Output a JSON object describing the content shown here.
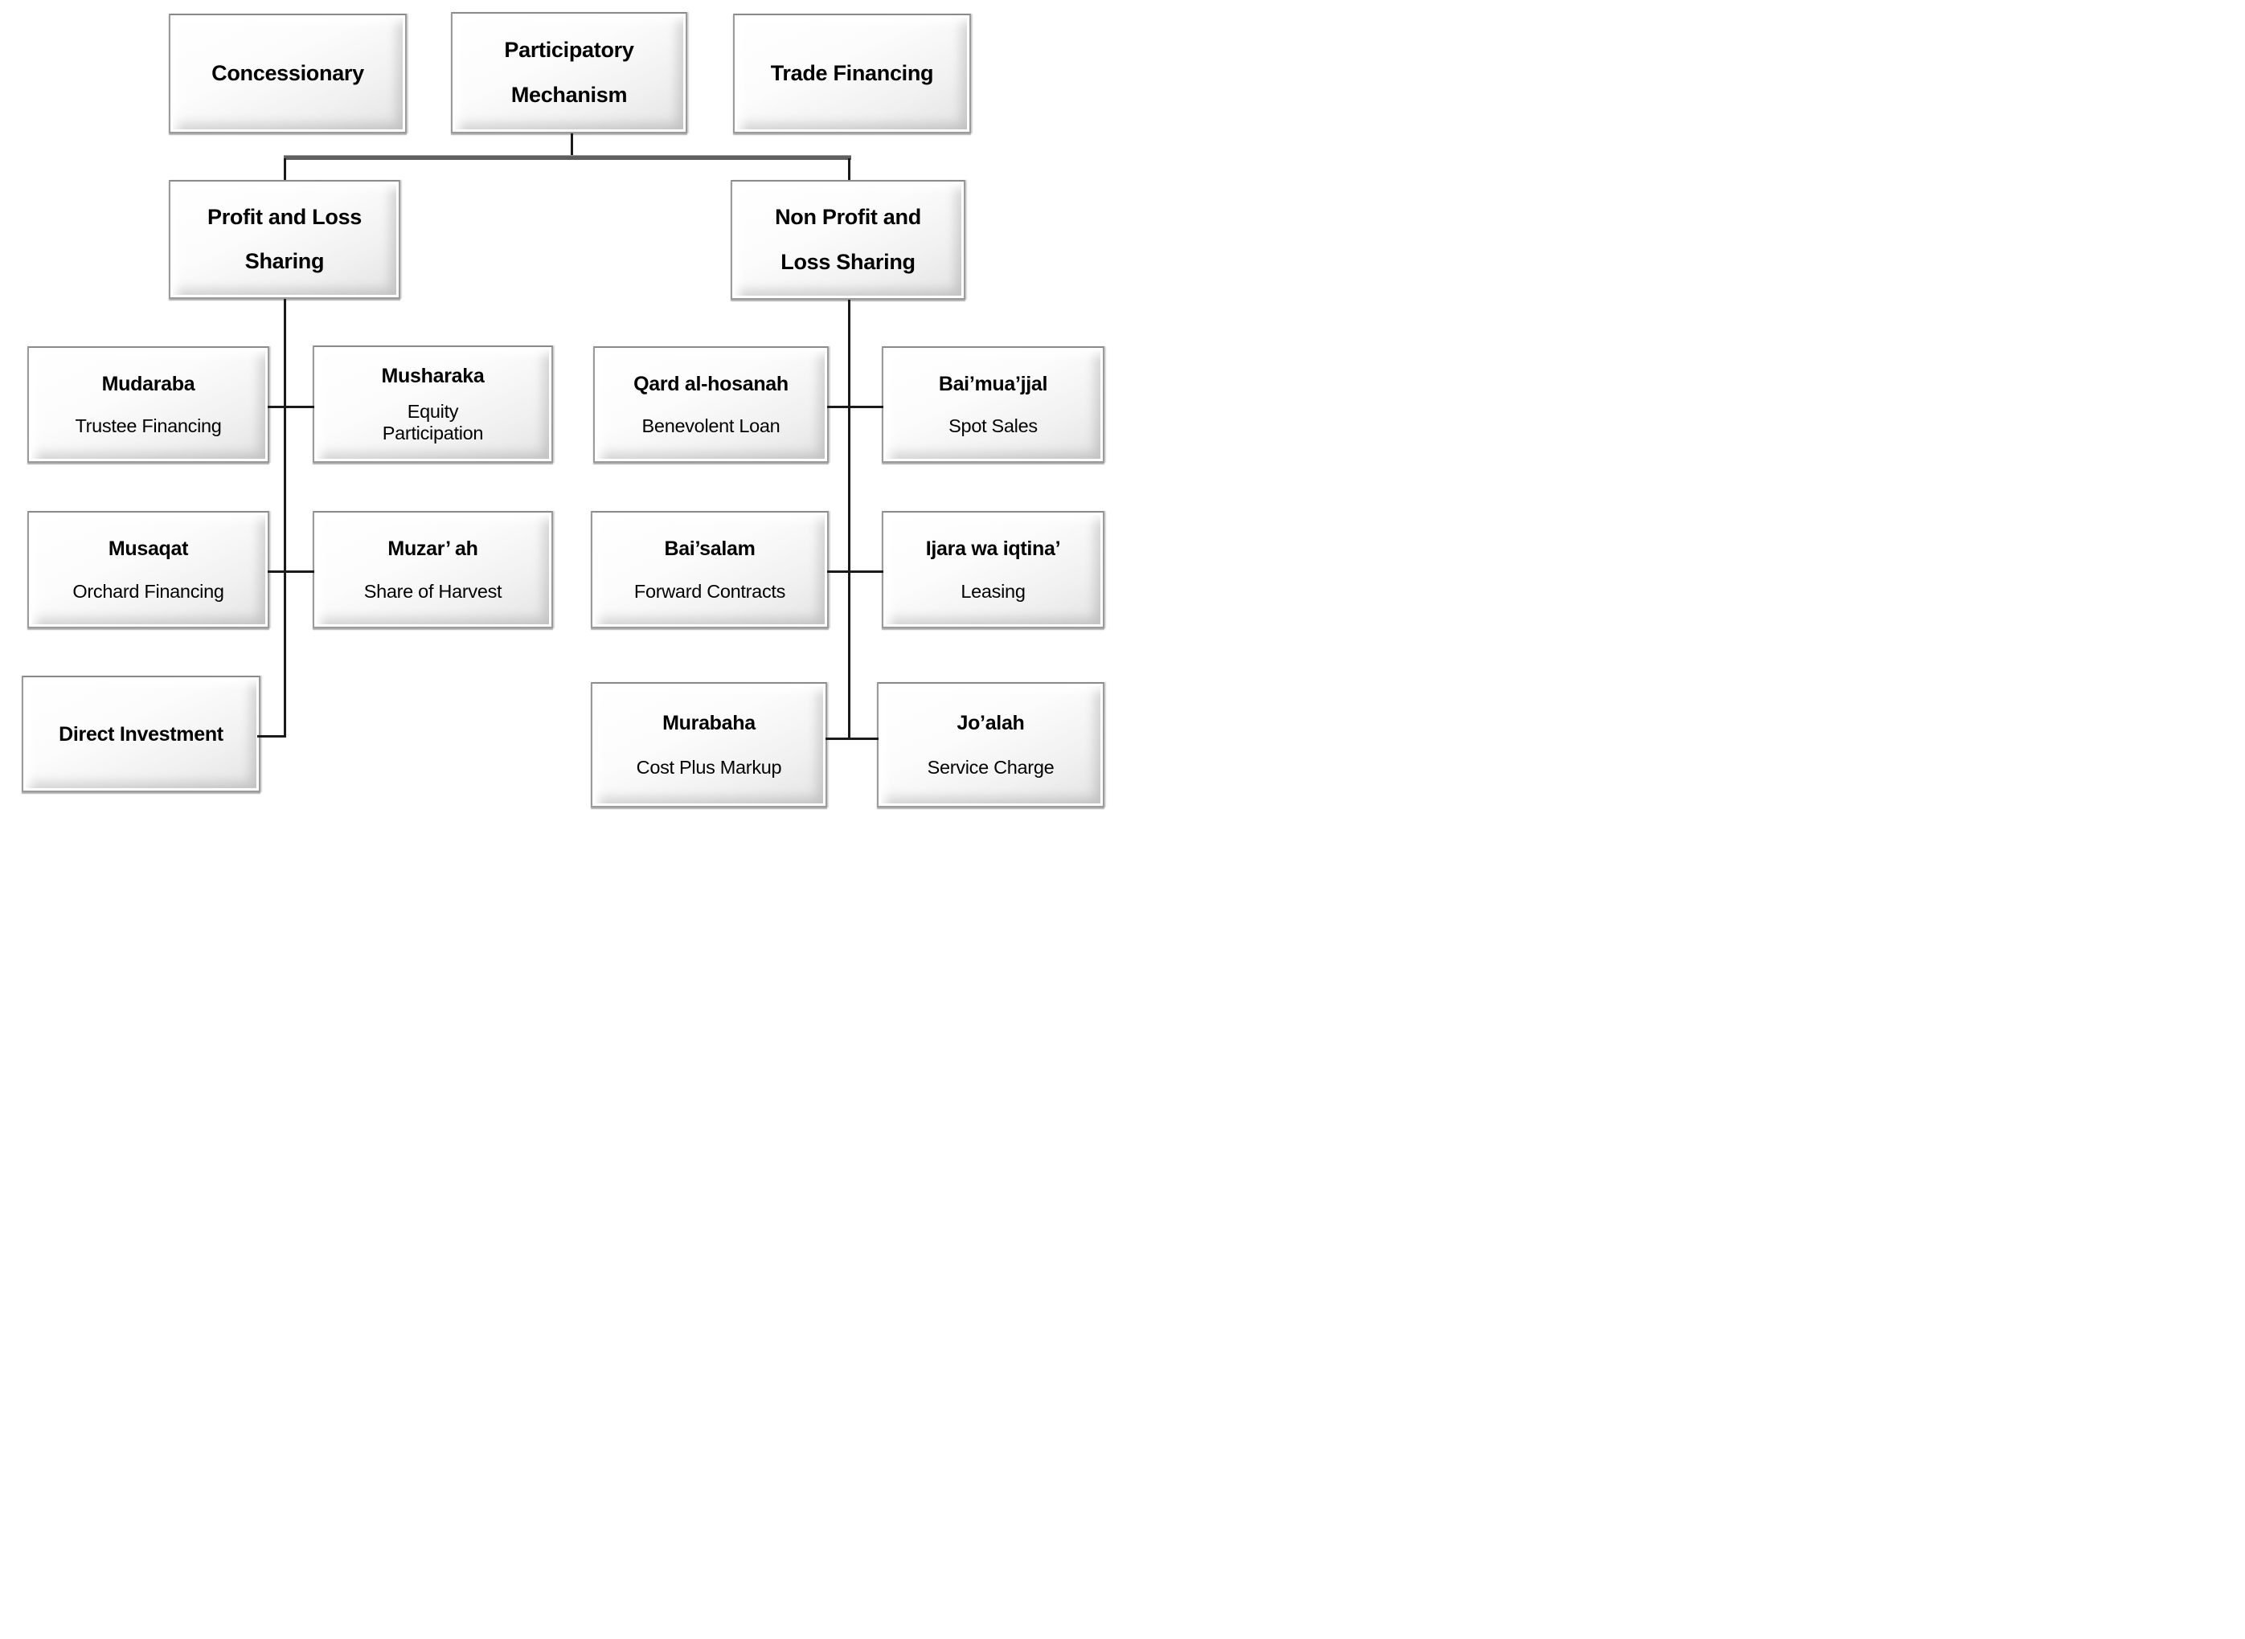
{
  "diagram": {
    "background_color": "#ffffff",
    "text_color": "#000000",
    "connector_color": "#1a1a1a",
    "bus_color": "#5f5f5f",
    "box_border_color": "#9b9b9b",
    "top_row": [
      {
        "title": "Concessionary"
      },
      {
        "title": "Participatory\nMechanism"
      },
      {
        "title": "Trade Financing"
      }
    ],
    "level2": [
      {
        "title": "Profit and Loss\nSharing"
      },
      {
        "title": "Non Profit and\nLoss Sharing"
      }
    ],
    "pls_children": [
      {
        "title": "Mudaraba",
        "subtitle": "Trustee Financing"
      },
      {
        "title": "Musharaka",
        "subtitle": "Equity\nParticipation"
      },
      {
        "title": "Musaqat",
        "subtitle": "Orchard Financing"
      },
      {
        "title": "Muzar’ ah",
        "subtitle": "Share of Harvest"
      },
      {
        "title": "Direct Investment"
      }
    ],
    "npls_children": [
      {
        "title": "Qard al-hosanah",
        "subtitle": "Benevolent Loan"
      },
      {
        "title": "Bai’mua’jjal",
        "subtitle": "Spot Sales"
      },
      {
        "title": "Bai’salam",
        "subtitle": "Forward Contracts"
      },
      {
        "title": "Ijara wa iqtina’",
        "subtitle": "Leasing"
      },
      {
        "title": "Murabaha",
        "subtitle": "Cost Plus Markup"
      },
      {
        "title": "Jo’alah",
        "subtitle": "Service Charge"
      }
    ]
  }
}
